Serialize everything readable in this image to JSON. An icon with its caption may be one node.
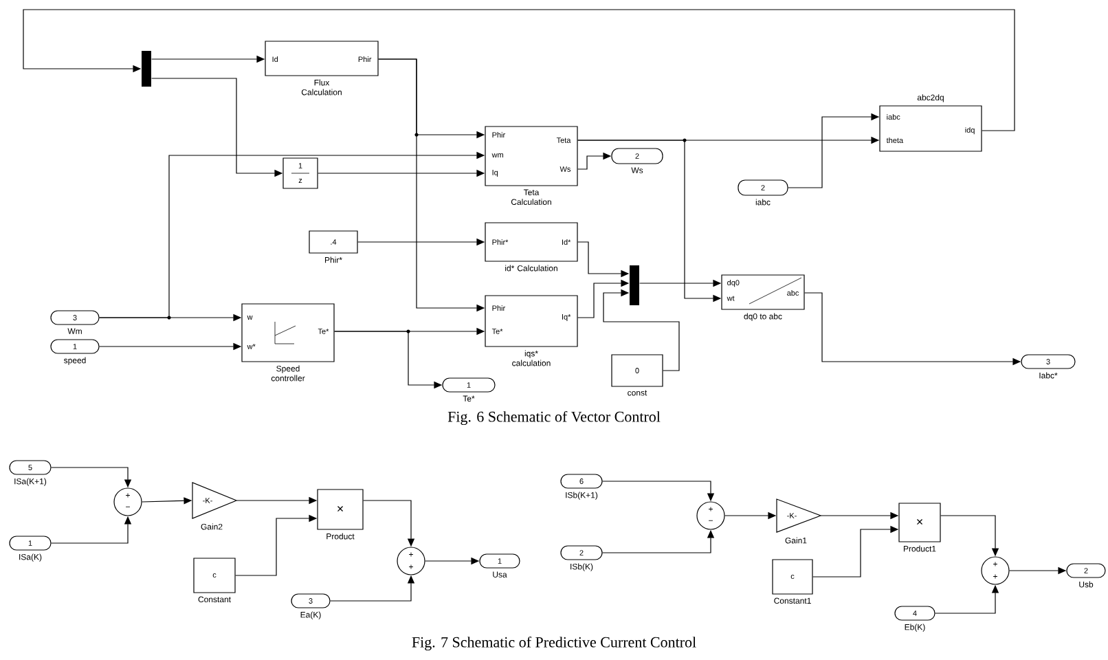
{
  "diagram": {
    "nodes": [
      {
        "text": [],
        "shape": "bar"
      },
      {
        "text": [
          "Id",
          "Phir"
        ],
        "beside": [
          "Flux Calculation"
        ]
      },
      {
        "text": [
          "1",
          "z"
        ]
      },
      {
        "text": [
          "Phir",
          "wm",
          "Iq",
          "Teta",
          "Ws"
        ],
        "beside": [
          "Teta Calculation"
        ]
      },
      {
        "text": [
          "2"
        ],
        "beside": [
          "Ws"
        ]
      },
      {
        "text": [
          "iabc",
          "theta",
          "idq"
        ],
        "beside": [
          "abc2dq"
        ]
      },
      {
        "text": [
          "2"
        ],
        "beside": [
          "iabc"
        ]
      },
      {
        "text": [
          ".4"
        ],
        "beside": [
          "Phir*"
        ]
      },
      {
        "text": [
          "Phir*",
          "Id*"
        ],
        "beside": [
          "id* Calculation"
        ]
      },
      {
        "text": [],
        "shape": "bar"
      },
      {
        "text": [
          "dq0",
          "wt",
          "abc"
        ],
        "beside": [
          "dq0 to abc"
        ]
      },
      {
        "text": [
          "3"
        ],
        "beside": [
          "Wm"
        ]
      },
      {
        "text": [
          "1"
        ],
        "beside": [
          "speed"
        ]
      },
      {
        "text": [
          "w",
          "w*",
          "Te*"
        ],
        "beside": [
          "Speed controller"
        ]
      },
      {
        "text": [
          "Phir",
          "Te*",
          "Iq*"
        ],
        "beside": [
          "iqs* calculation"
        ]
      },
      {
        "text": [
          "0"
        ],
        "beside": [
          "const"
        ]
      },
      {
        "text": [
          "1"
        ],
        "beside": [
          "Te*"
        ]
      },
      {
        "text": [
          "3"
        ],
        "beside": [
          "Iabc*"
        ]
      },
      {
        "text": [
          "5"
        ],
        "beside": [
          "ISa(K+1)"
        ]
      },
      {
        "text": [
          "1"
        ],
        "beside": [
          "ISa(K)"
        ]
      },
      {
        "text": [
          "+",
          "−"
        ]
      },
      {
        "text": [
          "-K-"
        ],
        "beside": [
          "Gain2"
        ]
      },
      {
        "text": [
          "×"
        ],
        "beside": [
          "Product"
        ]
      },
      {
        "text": [
          "c"
        ],
        "beside": [
          "Constant"
        ]
      },
      {
        "text": [
          "+",
          "+"
        ]
      },
      {
        "text": [
          "3"
        ],
        "beside": [
          "Ea(K)"
        ]
      },
      {
        "text": [
          "1"
        ],
        "beside": [
          "Usa"
        ]
      },
      {
        "text": [
          "6"
        ],
        "beside": [
          "ISb(K+1)"
        ]
      },
      {
        "text": [
          "2"
        ],
        "beside": [
          "ISb(K)"
        ]
      },
      {
        "text": [
          "+",
          "−"
        ]
      },
      {
        "text": [
          "-K-"
        ],
        "beside": [
          "Gain1"
        ]
      },
      {
        "text": [
          "×"
        ],
        "beside": [
          "Product1"
        ]
      },
      {
        "text": [
          "c"
        ],
        "beside": [
          "Constant1"
        ]
      },
      {
        "text": [
          "+",
          "+"
        ]
      },
      {
        "text": [
          "4"
        ],
        "beside": [
          "Eb(K)"
        ]
      },
      {
        "text": [
          "2"
        ],
        "beside": [
          "Usb"
        ]
      }
    ],
    "edges": [
      {
        "from": 5,
        "to": 0,
        "arrow": "to"
      },
      {
        "from": 0,
        "to": 1,
        "arrow": "to"
      },
      {
        "from": 0,
        "to": 2,
        "arrow": "to"
      },
      {
        "from": 1,
        "to": 3,
        "arrow": "to"
      },
      {
        "from": 1,
        "to": 14,
        "arrow": "to"
      },
      {
        "from": 11,
        "to": 13,
        "arrow": "to"
      },
      {
        "from": 11,
        "to": 3,
        "arrow": "to"
      },
      {
        "from": 12,
        "to": 13,
        "arrow": "to"
      },
      {
        "from": 2,
        "to": 3,
        "arrow": "to"
      },
      {
        "from": 3,
        "to": 5,
        "arrow": "to"
      },
      {
        "from": 3,
        "to": 10,
        "arrow": "to"
      },
      {
        "from": 3,
        "to": 4,
        "arrow": "to"
      },
      {
        "from": 6,
        "to": 5,
        "arrow": "to"
      },
      {
        "from": 7,
        "to": 8,
        "arrow": "to"
      },
      {
        "from": 8,
        "to": 9,
        "arrow": "to"
      },
      {
        "from": 14,
        "to": 9,
        "arrow": "to"
      },
      {
        "from": 15,
        "to": 9,
        "arrow": "to"
      },
      {
        "from": 13,
        "to": 14,
        "arrow": "to"
      },
      {
        "from": 13,
        "to": 16,
        "arrow": "to"
      },
      {
        "from": 9,
        "to": 10,
        "arrow": "to"
      },
      {
        "from": 10,
        "to": 17,
        "arrow": "to"
      },
      {
        "from": 18,
        "to": 20,
        "arrow": "to"
      },
      {
        "from": 19,
        "to": 20,
        "arrow": "to"
      },
      {
        "from": 20,
        "to": 21,
        "arrow": "to"
      },
      {
        "from": 21,
        "to": 22,
        "arrow": "to"
      },
      {
        "from": 23,
        "to": 22,
        "arrow": "to"
      },
      {
        "from": 22,
        "to": 24,
        "arrow": "to"
      },
      {
        "from": 25,
        "to": 24,
        "arrow": "to"
      },
      {
        "from": 24,
        "to": 26,
        "arrow": "to"
      },
      {
        "from": 27,
        "to": 29,
        "arrow": "to"
      },
      {
        "from": 28,
        "to": 29,
        "arrow": "to"
      },
      {
        "from": 29,
        "to": 30,
        "arrow": "to"
      },
      {
        "from": 30,
        "to": 31,
        "arrow": "to"
      },
      {
        "from": 32,
        "to": 31,
        "arrow": "to"
      },
      {
        "from": 31,
        "to": 33,
        "arrow": "to"
      },
      {
        "from": 34,
        "to": 33,
        "arrow": "to"
      },
      {
        "from": 33,
        "to": 35,
        "arrow": "to"
      }
    ],
    "labels": [
      "Fig.   6 Schematic of Vector Control",
      "Fig. 7 Schematic of Predictive Current Control"
    ]
  }
}
